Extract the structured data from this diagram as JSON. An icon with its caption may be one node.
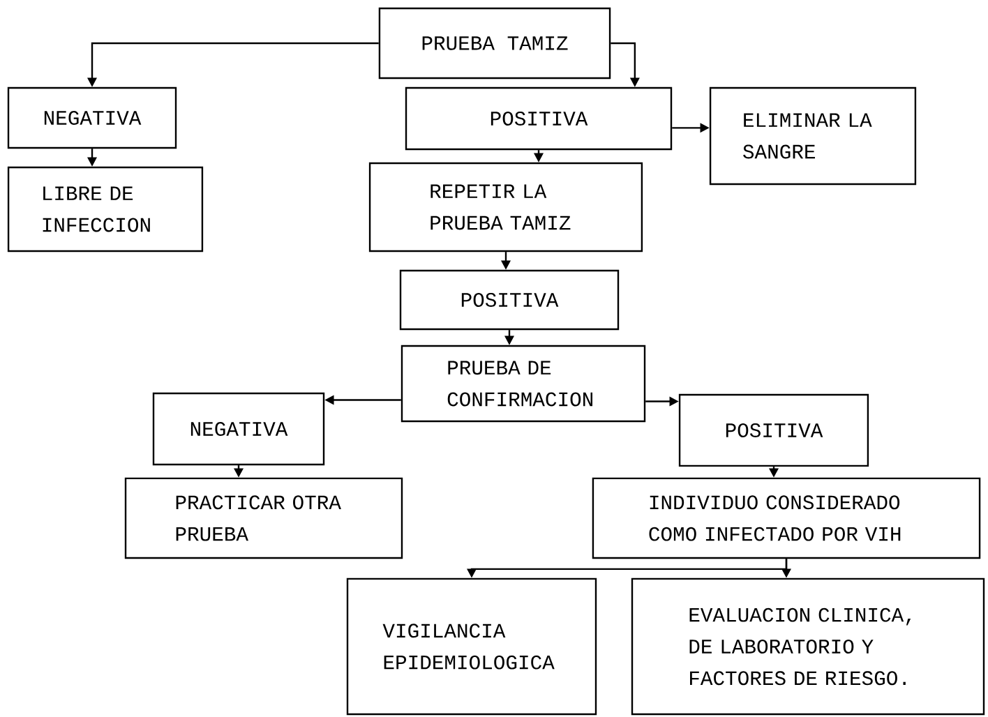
{
  "diagram": {
    "nodes": [
      {
        "text": [
          "PRUEBA TAMIZ"
        ]
      },
      {
        "text": [
          "NEGATIVA"
        ]
      },
      {
        "text": [
          "LIBRE DE INFECCION"
        ]
      },
      {
        "text": [
          "POSITIVA"
        ]
      },
      {
        "text": [
          "ELIMINAR LA SANGRE"
        ]
      },
      {
        "text": [
          "REPETIR LA PRUEBA TAMIZ"
        ]
      },
      {
        "text": [
          "POSITIVA"
        ]
      },
      {
        "text": [
          "PRUEBA DE CONFIRMACION"
        ]
      },
      {
        "text": [
          "NEGATIVA"
        ]
      },
      {
        "text": [
          "PRACTICAR OTRA PRUEBA"
        ]
      },
      {
        "text": [
          "POSITIVA"
        ]
      },
      {
        "text": [
          "INDIVIDUO CONSIDERADO COMO INFECTADO POR VIH"
        ]
      },
      {
        "text": [
          "VIGILANCIA EPIDEMIOLOGICA"
        ]
      },
      {
        "text": [
          "EVALUACION CLINICA, DE LABORATORIO Y FACTORES DE RIESGO."
        ]
      }
    ],
    "edges": [
      {
        "from": 0,
        "to": 1,
        "arrow": "to"
      },
      {
        "from": 0,
        "to": 3,
        "arrow": "to"
      },
      {
        "from": 1,
        "to": 2,
        "arrow": "to"
      },
      {
        "from": 3,
        "to": 4,
        "arrow": "to"
      },
      {
        "from": 3,
        "to": 5,
        "arrow": "to"
      },
      {
        "from": 5,
        "to": 6,
        "arrow": "to"
      },
      {
        "from": 6,
        "to": 7,
        "arrow": "to"
      },
      {
        "from": 7,
        "to": 8,
        "arrow": "to"
      },
      {
        "from": 7,
        "to": 10,
        "arrow": "to"
      },
      {
        "from": 8,
        "to": 9,
        "arrow": "to"
      },
      {
        "from": 10,
        "to": 11,
        "arrow": "to"
      },
      {
        "from": 11,
        "to": 12,
        "arrow": "to"
      },
      {
        "from": 11,
        "to": 13,
        "arrow": "to"
      }
    ]
  }
}
